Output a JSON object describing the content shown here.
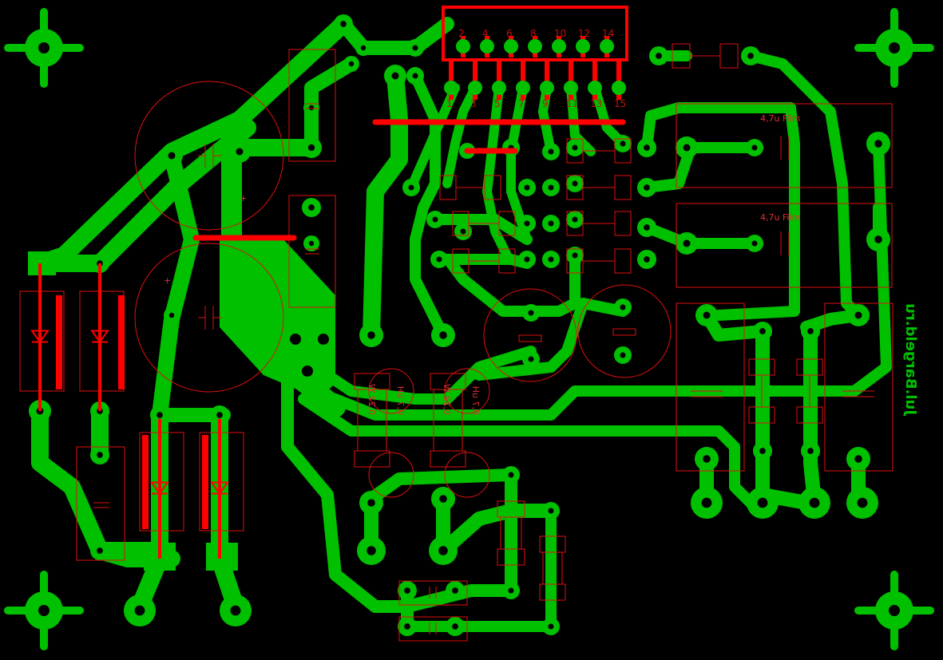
{
  "board": {
    "background": "#000000",
    "copper_color": "#00c000",
    "silk_color": "#e01010"
  },
  "connector": {
    "top_pins": [
      "2",
      "4",
      "6",
      "8",
      "10",
      "12",
      "14"
    ],
    "bottom_pins": [
      "1",
      "3",
      "5",
      "7",
      "9",
      "11",
      "13",
      "15"
    ]
  },
  "labels": {
    "cap_film_1": "4,7u Film",
    "cap_film_2": "4,7u Film",
    "resistor_text_1": "0,22 W",
    "resistor_text_2": "0,7 uH",
    "resistor_text_3": "0,22 W",
    "resistor_text_4": "0,7 uH",
    "credit": "Jul.Bargeld.ru"
  }
}
